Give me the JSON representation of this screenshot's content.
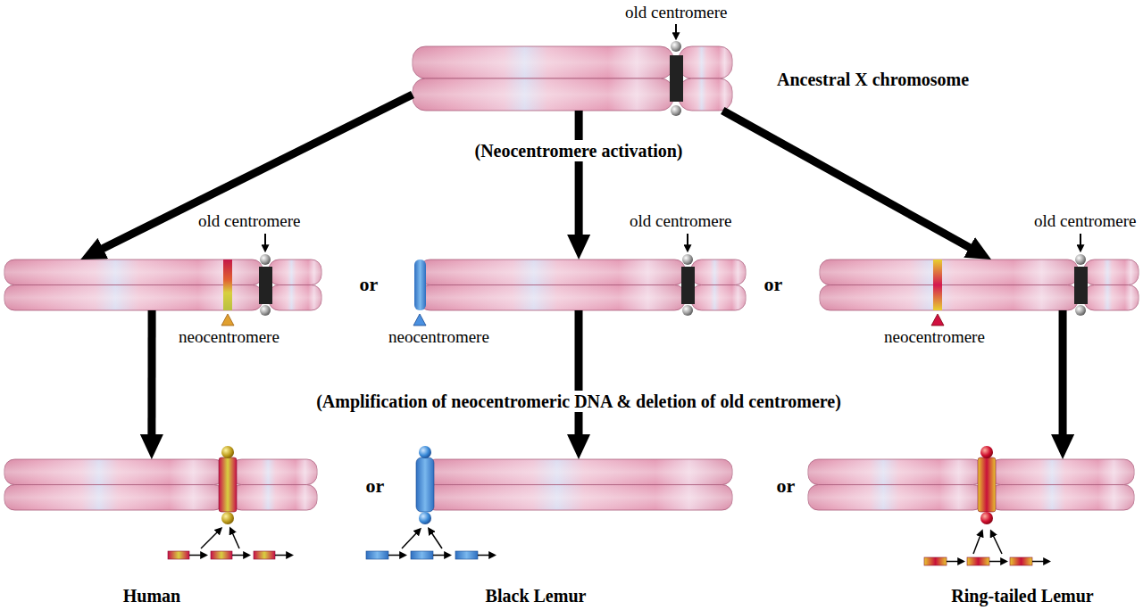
{
  "diagram": {
    "nodes": [
      {
        "text": [
          "old centromere",
          "Ancestral X chromosome"
        ]
      },
      {
        "text": [
          "old centromere",
          "neocentromere"
        ]
      },
      {
        "text": [
          "old centromere",
          "neocentromere"
        ]
      },
      {
        "text": [
          "old centromere",
          "neocentromere"
        ]
      },
      {
        "text": [
          "Human"
        ]
      },
      {
        "text": [
          "Black Lemur"
        ]
      },
      {
        "text": [
          "Ring-tailed Lemur"
        ]
      }
    ],
    "edges": [
      {
        "from": 0,
        "to": 1,
        "arrow": "to"
      },
      {
        "from": 0,
        "to": 2,
        "label": "(Neocentromere activation)",
        "arrow": "to"
      },
      {
        "from": 0,
        "to": 3,
        "arrow": "to"
      },
      {
        "from": 1,
        "to": 4,
        "arrow": "to"
      },
      {
        "from": 2,
        "to": 5,
        "label": "(Amplification of neocentromeric DNA & deletion of old centromere)",
        "arrow": "to"
      },
      {
        "from": 3,
        "to": 6,
        "arrow": "to"
      }
    ],
    "labels": [
      "or",
      "or",
      "or",
      "or"
    ]
  }
}
